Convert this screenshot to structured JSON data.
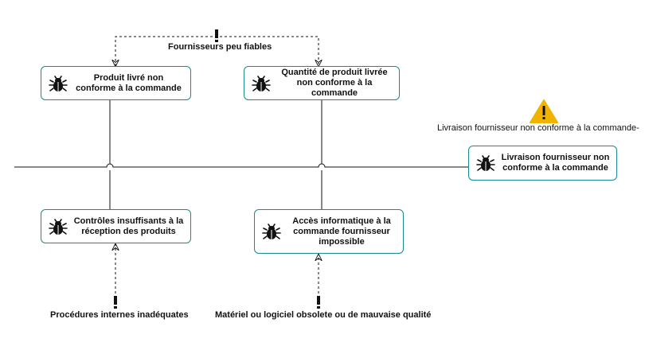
{
  "diagram": {
    "effect_node": {
      "label": "Livraison fournisseur non conforme à la commande"
    },
    "effect_annotation": {
      "label": "Livraison fournisseur non conforme à la commande-"
    },
    "causes": [
      {
        "id": "cause-1",
        "label": "Produit livré non conforme à la commande"
      },
      {
        "id": "cause-2",
        "label": "Quantité de produit livrée non conforme à la commande"
      },
      {
        "id": "cause-3",
        "label": "Contrôles insuffisants à la réception des produits"
      },
      {
        "id": "cause-4",
        "label": "Accès informatique à la commande fournisseur impossible"
      }
    ],
    "root_causes": [
      {
        "id": "root-1",
        "label": "Fournisseurs peu fiables"
      },
      {
        "id": "root-2",
        "label": "Procédures internes inadéquates"
      },
      {
        "id": "root-3",
        "label": "Matériel ou logiciel obsolete ou de mauvaise qualité"
      }
    ],
    "colors": {
      "node_border": "#1a8a8f",
      "line": "#111111",
      "warning": "#f0b400"
    },
    "icons": {
      "node": "bug-icon",
      "cause": "exclamation-icon",
      "effect": "warning-triangle-icon"
    }
  }
}
